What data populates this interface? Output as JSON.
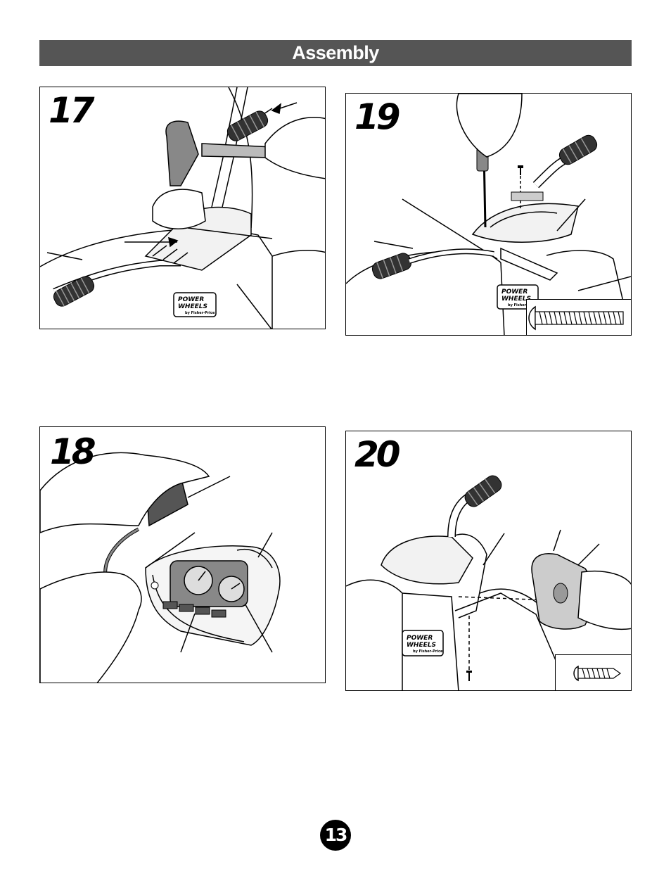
{
  "header": {
    "title": "Assembly"
  },
  "steps": {
    "s17": {
      "number": "17",
      "logo_line1": "POWER",
      "logo_line2": "WHEELS",
      "logo_line3": "by Fisher-Price"
    },
    "s18": {
      "number": "18"
    },
    "s19": {
      "number": "19",
      "logo_line1": "POWER",
      "logo_line2": "WHEELS",
      "logo_line3": "by Fisher-Price"
    },
    "s20": {
      "number": "20",
      "logo_line1": "POWER",
      "logo_line2": "WHEELS",
      "logo_line3": "by Fisher-Price"
    }
  },
  "footer": {
    "page_number": "13"
  },
  "icons": [
    "hammer-icon",
    "screwdriver-icon",
    "screw-icon",
    "hand-icon"
  ]
}
